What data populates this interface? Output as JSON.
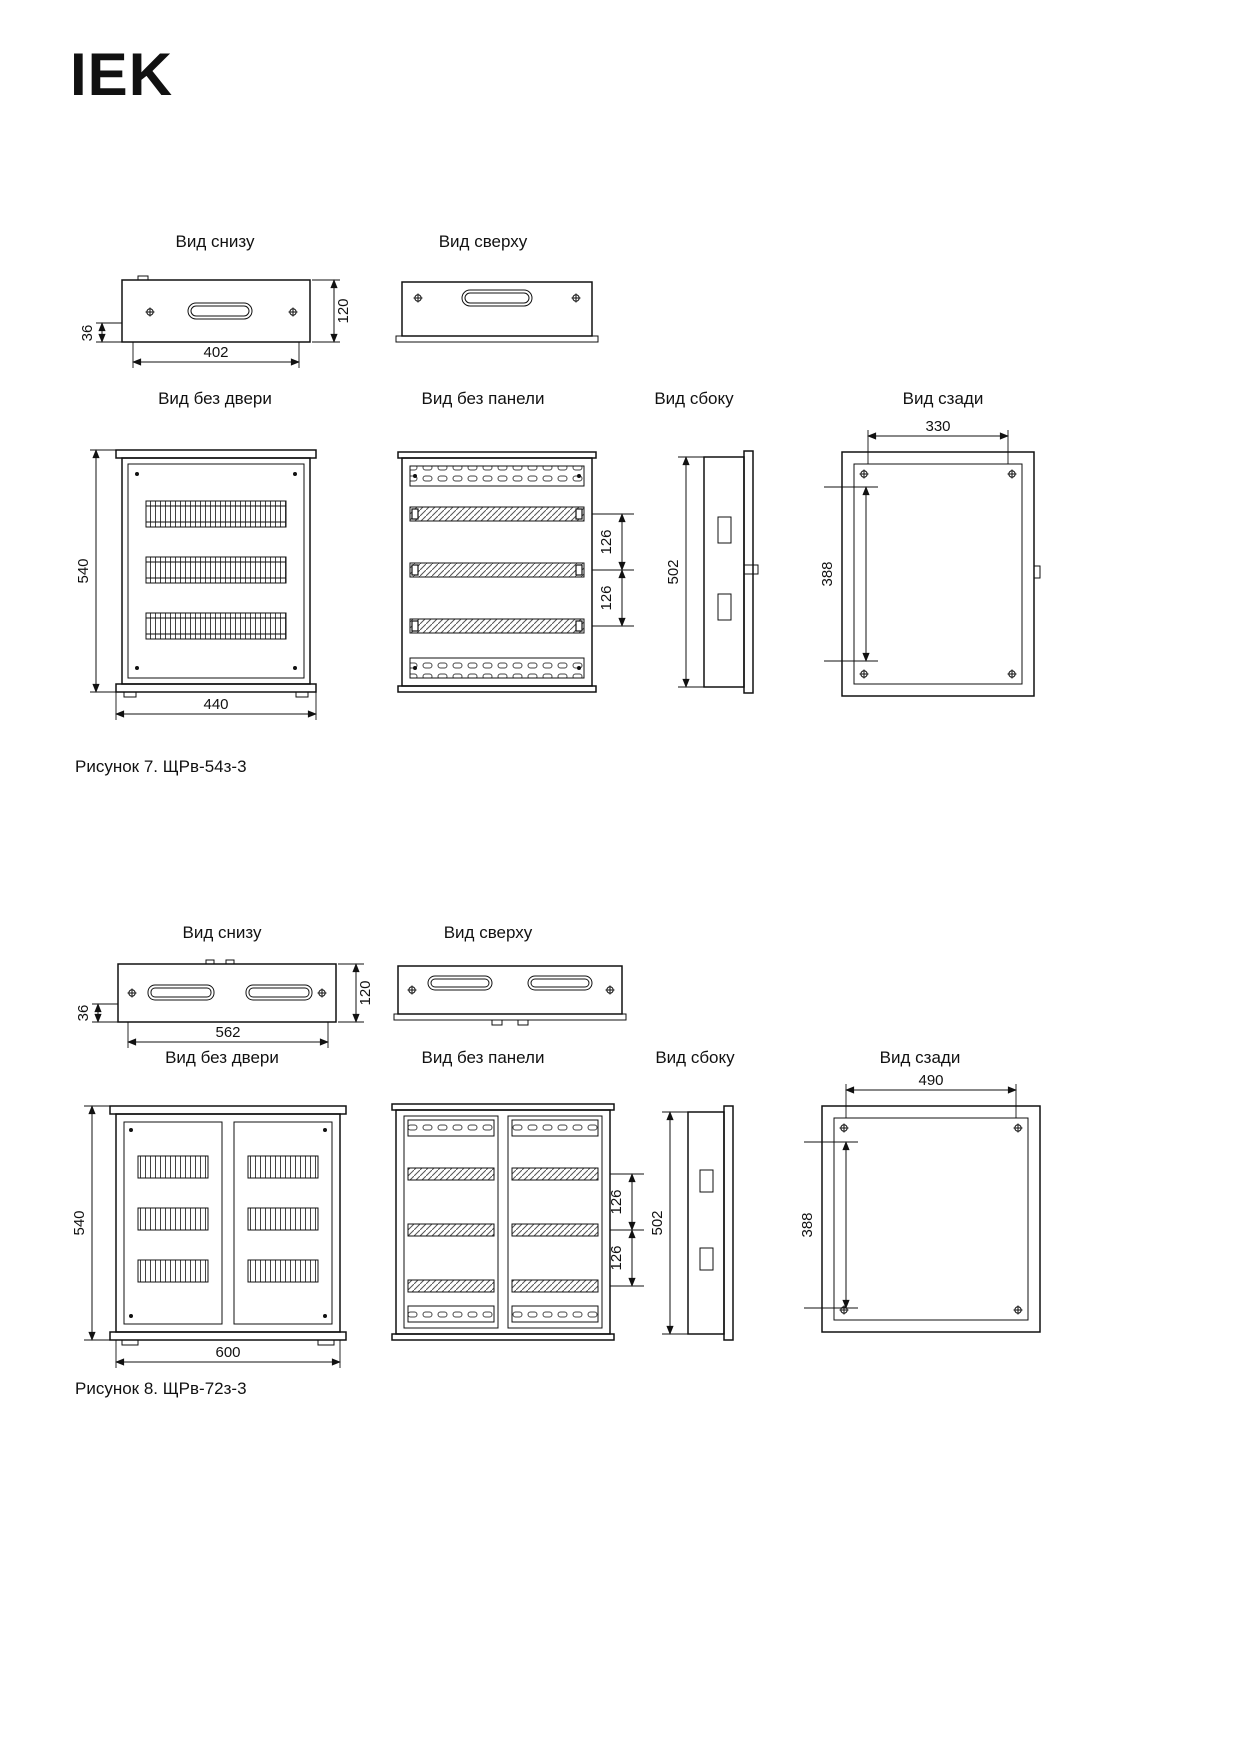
{
  "logo": {
    "text": "IEK"
  },
  "fig7": {
    "caption": "Рисунок 7. ЩРв-54з-3",
    "labels": {
      "bottom": "Вид снизу",
      "top": "Вид сверху",
      "front": "Вид без двери",
      "panel": "Вид без панели",
      "side": "Вид сбоку",
      "rear": "Вид сзади"
    },
    "dims": {
      "bottom_height": "36",
      "bottom_width": "402",
      "bottom_depth": "120",
      "front_height": "540",
      "front_width": "440",
      "rail_pitch_1": "126",
      "rail_pitch_2": "126",
      "side_height": "502",
      "rear_width": "330",
      "rear_height": "388"
    }
  },
  "fig8": {
    "caption": "Рисунок 8. ЩРв-72з-3",
    "labels": {
      "bottom": "Вид снизу",
      "top": "Вид сверху",
      "front": "Вид без двери",
      "panel": "Вид без панели",
      "side": "Вид сбоку",
      "rear": "Вид сзади"
    },
    "dims": {
      "bottom_height": "36",
      "bottom_width": "562",
      "bottom_depth": "120",
      "front_height": "540",
      "front_width": "600",
      "rail_pitch_1": "126",
      "rail_pitch_2": "126",
      "side_height": "502",
      "rear_width": "490",
      "rear_height": "388"
    }
  }
}
